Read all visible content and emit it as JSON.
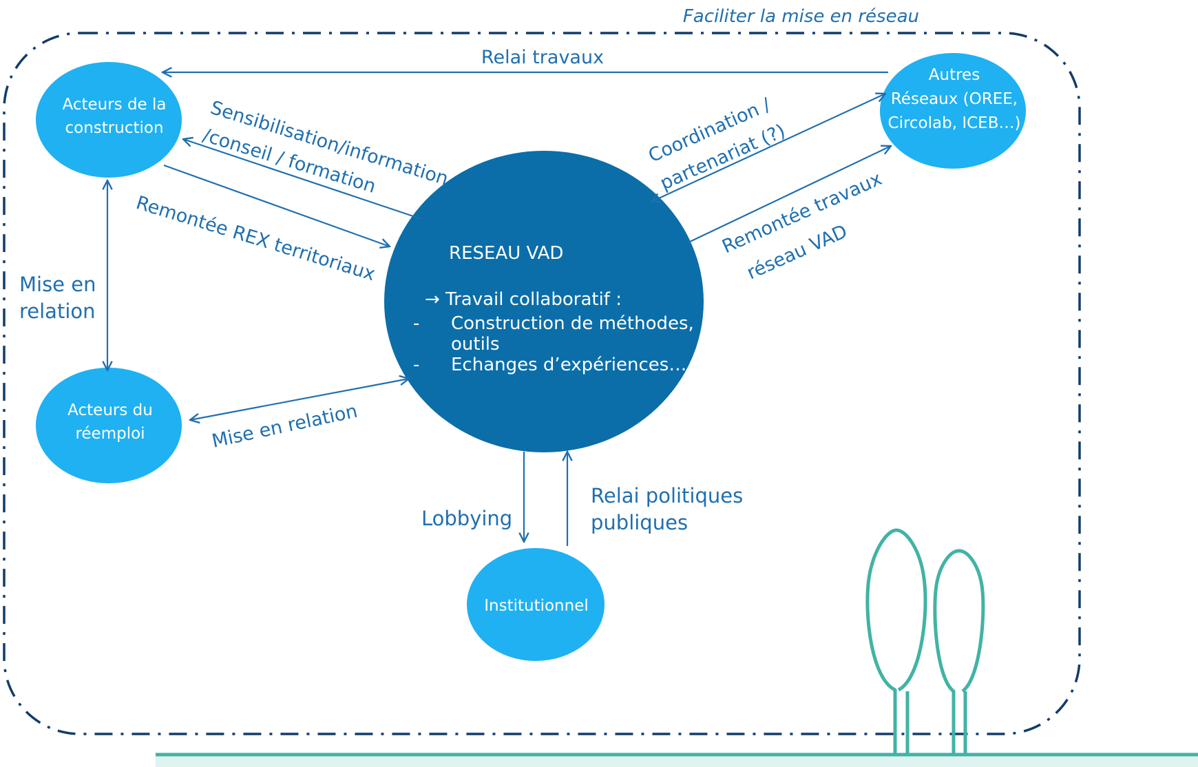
{
  "colors": {
    "node": "#1fb1f2",
    "center": "#0b6ea9",
    "arrow": "#1f6fb0",
    "frame": "#123c69",
    "tree": "#41b3a5"
  },
  "frame": {
    "title": "Faciliter la mise en réseau"
  },
  "nodes": {
    "construction": {
      "line1": "Acteurs de la",
      "line2": "construction"
    },
    "reemploi": {
      "line1": "Acteurs  du",
      "line2": "réemploi"
    },
    "autres": {
      "line1": "Autres",
      "line2": "Réseaux (OREE,",
      "line3": "Circolab, ICEB…)"
    },
    "institutionnel": {
      "label": "Institutionnel"
    }
  },
  "center": {
    "title": "RESEAU VAD",
    "line1": "→ Travail collaboratif :",
    "bullet": "-",
    "item1_line1": "Construction de méthodes,",
    "item1_line2": "outils",
    "item2": "Echanges d’expériences…"
  },
  "links": {
    "relai_travaux": "Relai travaux",
    "sensibilisation_line1": "Sensibilisation/information",
    "sensibilisation_line2": "/conseil / formation",
    "remontee_rex": "Remontée REX territoriaux",
    "coordination_line1": "Coordination /",
    "coordination_line2": "partenariat (?)",
    "remontee_travaux_line1": "Remontée travaux",
    "remontee_travaux_line2": "réseau VAD",
    "mise_en_relation_left_line1": "Mise en",
    "mise_en_relation_left_line2": "relation",
    "mise_en_relation_bottom": "Mise en relation",
    "lobbying": "Lobbying",
    "relai_politiques_line1": "Relai politiques",
    "relai_politiques_line2": "publiques"
  }
}
